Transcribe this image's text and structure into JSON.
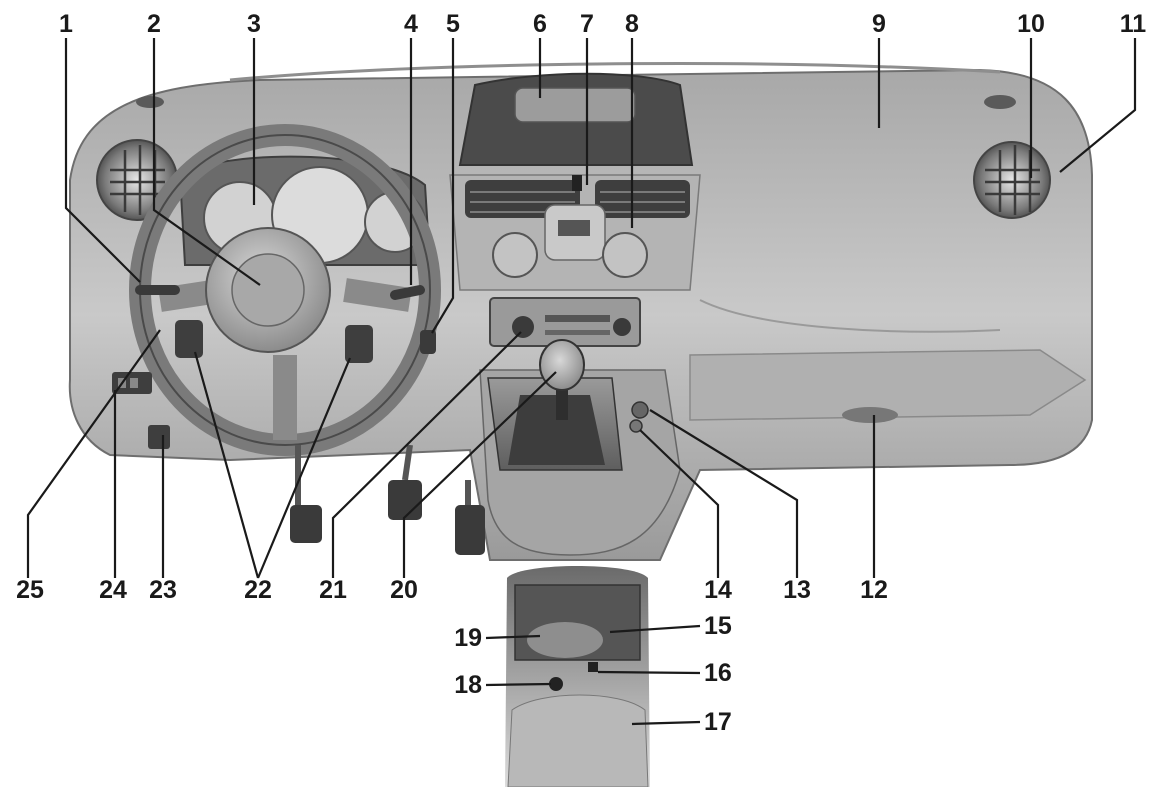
{
  "callouts": {
    "c1": "1",
    "c2": "2",
    "c3": "3",
    "c4": "4",
    "c5": "5",
    "c6": "6",
    "c7": "7",
    "c8": "8",
    "c9": "9",
    "c10": "10",
    "c11": "11",
    "c12": "12",
    "c13": "13",
    "c14": "14",
    "c15": "15",
    "c16": "16",
    "c17": "17",
    "c18": "18",
    "c19": "19",
    "c20": "20",
    "c21": "21",
    "c22": "22",
    "c23": "23",
    "c24": "24",
    "c25": "25"
  },
  "colors": {
    "dashboard": "#b9b9b9",
    "dashboard_dark": "#8a8a8a",
    "trim": "#5a5a5a",
    "label": "#1a1a1a"
  }
}
